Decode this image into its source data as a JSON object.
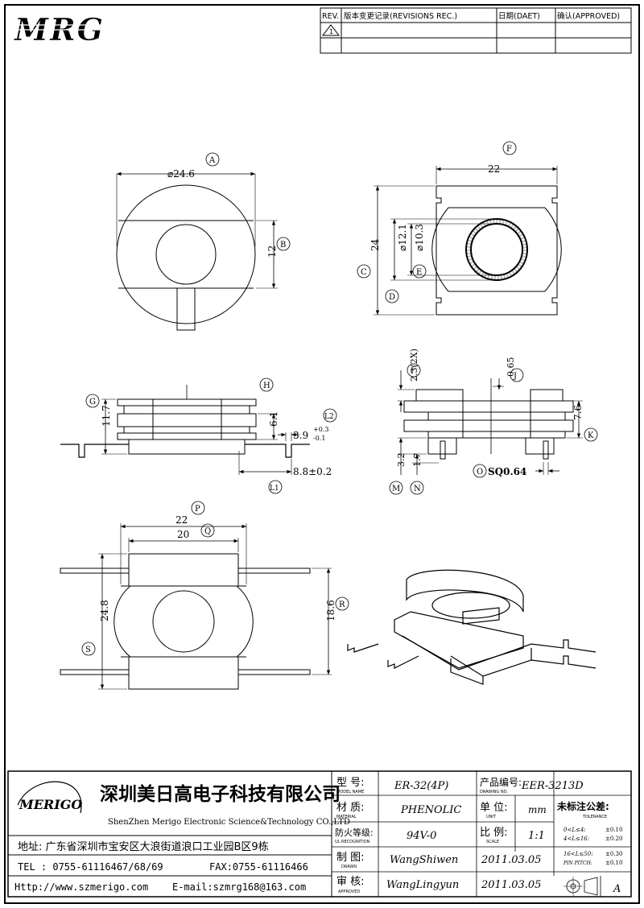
{
  "logo": {
    "text": "MRG"
  },
  "revision_table": {
    "headers": [
      "REV.",
      "版本变更记录(REVISIONS REC.)",
      "日期(DAET)",
      "确认(APPROVED)"
    ],
    "rev_mark": "1"
  },
  "views": {
    "top_left": {
      "dia_label": "⌀24.6",
      "dim_12": "12",
      "callout_a": "A",
      "callout_b": "B"
    },
    "top_right": {
      "dim_22": "22",
      "dim_24": "24",
      "dim_12_1": "⌀12.1",
      "dim_10_3": "⌀10.3",
      "callout_c": "C",
      "callout_d": "D",
      "callout_e": "E",
      "callout_f": "F"
    },
    "side_left": {
      "dim_11_7": "11.7",
      "dim_6_1": "6.1",
      "dim_3_9": "3.9",
      "tol_plus": "+0.3",
      "tol_minus": "-0.1",
      "dim_8_8": "8.8±0.2",
      "callout_g": "G",
      "callout_h": "H",
      "callout_l1": "L1",
      "callout_l2": "L2"
    },
    "side_right": {
      "dim_2_3": "2.3(2X)",
      "dim_0_65": "0.65",
      "dim_7_6": "7.6",
      "dim_3_2": "3.2",
      "dim_1_7": "1.7",
      "dim_sq": "SQ0.64",
      "callout_i": "I",
      "callout_j": "J",
      "callout_k": "K",
      "callout_m": "M",
      "callout_n": "N",
      "callout_o": "O"
    },
    "bottom_left": {
      "dim_22": "22",
      "dim_20": "20",
      "dim_24_8": "24.8",
      "dim_18_6": "18.6",
      "callout_p": "P",
      "callout_q": "Q",
      "callout_r": "R",
      "callout_s": "S"
    }
  },
  "title_block": {
    "company_logo": "MERIGO",
    "company_cn": "深圳美日高电子科技有限公司",
    "company_en": "ShenZhen Merigo Electronic Science&Technology CO.,LTD",
    "address": "地址: 广东省深圳市宝安区大浪街道浪口工业园B区9栋",
    "tel": "TEL : 0755-61116467/68/69",
    "fax": "FAX:0755-61116466",
    "http": "Http://www.szmerigo.com",
    "email": "E-mail:szmrg168@163.com",
    "model_label": "型 号:",
    "model_sub": "MODEL NAME",
    "model_value": "ER-32(4P)",
    "drawing_label": "产品编号:",
    "drawing_sub": "DRAWING NO.",
    "drawing_value": "EER-3213D",
    "material_label": "材 质:",
    "material_sub": "MATERIAL",
    "material_value": "PHENOLIC",
    "unit_label": "单 位:",
    "unit_sub": "UNIT",
    "unit_value": "mm",
    "tolerance_label": "未标注公差:",
    "tolerance_sub": "TOLERANCE",
    "tol_rows": [
      {
        "range": "0<L≤4:",
        "value": "±0.10"
      },
      {
        "range": "4<L≤16:",
        "value": "±0.20"
      },
      {
        "range": "16<L≤50:",
        "value": "±0.30"
      },
      {
        "range": "PIN PITCH:",
        "value": "±0.10"
      }
    ],
    "fire_label": "防火等级:",
    "fire_sub": "UL RECOGNITION",
    "fire_value": "94V-0",
    "scale_label": "比 例:",
    "scale_sub": "SCALE",
    "scale_value": "1:1",
    "drawn_label": "制 图:",
    "drawn_sub": "DRAWN",
    "drawn_value": "WangShiwen",
    "drawn_date": "2011.03.05",
    "approved_label": "审 核:",
    "approved_sub": "APPROVED",
    "approved_value": "WangLingyun",
    "approved_date": "2011.03.05",
    "sheet_rev": "A"
  }
}
